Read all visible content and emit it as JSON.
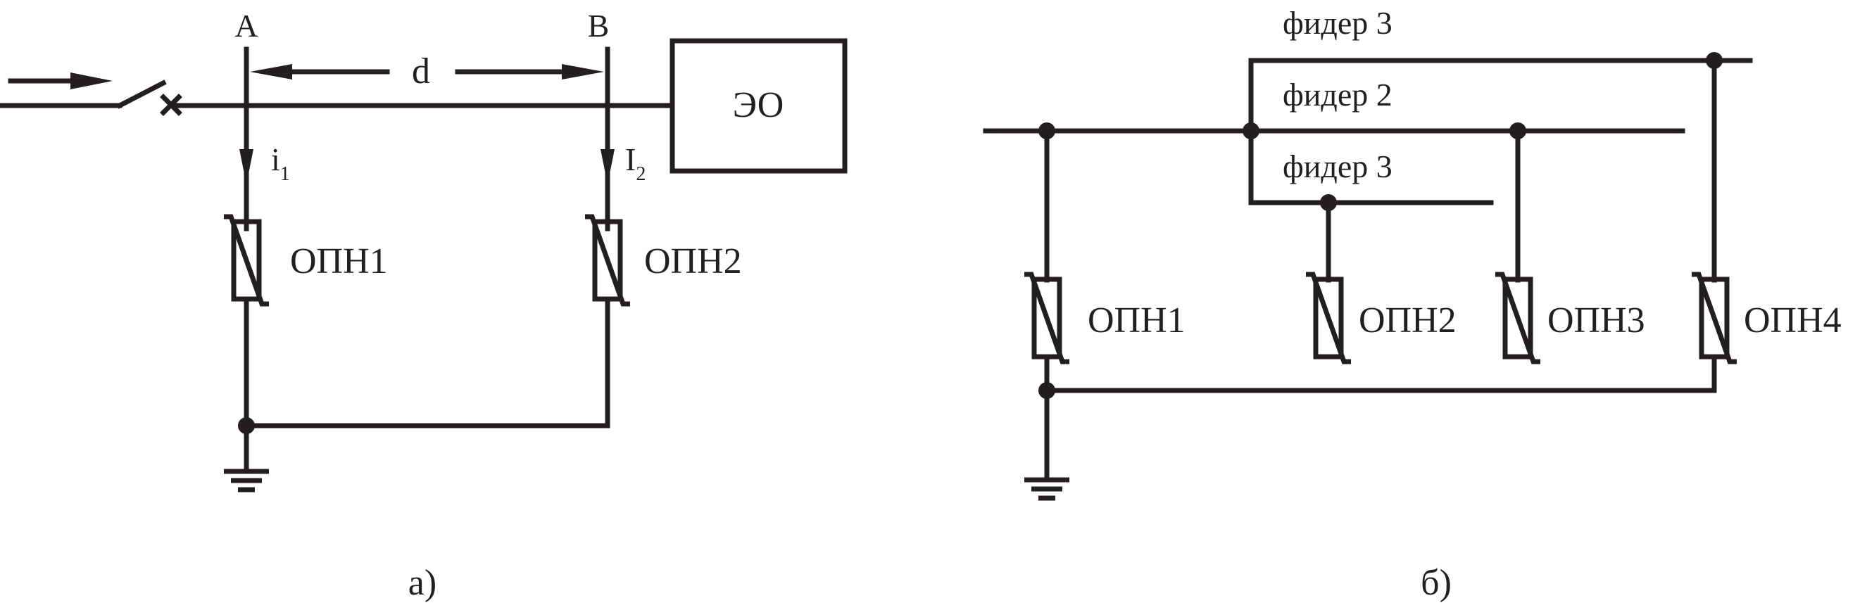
{
  "diagram_a": {
    "node_a": "A",
    "node_b": "B",
    "distance": "d",
    "current_1": "i",
    "current_1_sub": "1",
    "current_2": "I",
    "current_2_sub": "2",
    "equipment": "ЭО",
    "arrester_1": "ОПН1",
    "arrester_2": "ОПН2",
    "caption": "а)"
  },
  "diagram_b": {
    "feeder_top": "фидер 3",
    "feeder_mid": "фидер 2",
    "feeder_low": "фидер 3",
    "arrester_1": "ОПН1",
    "arrester_2": "ОПН2",
    "arrester_3": "ОПН3",
    "arrester_4": "ОПН4",
    "caption": "б)"
  }
}
